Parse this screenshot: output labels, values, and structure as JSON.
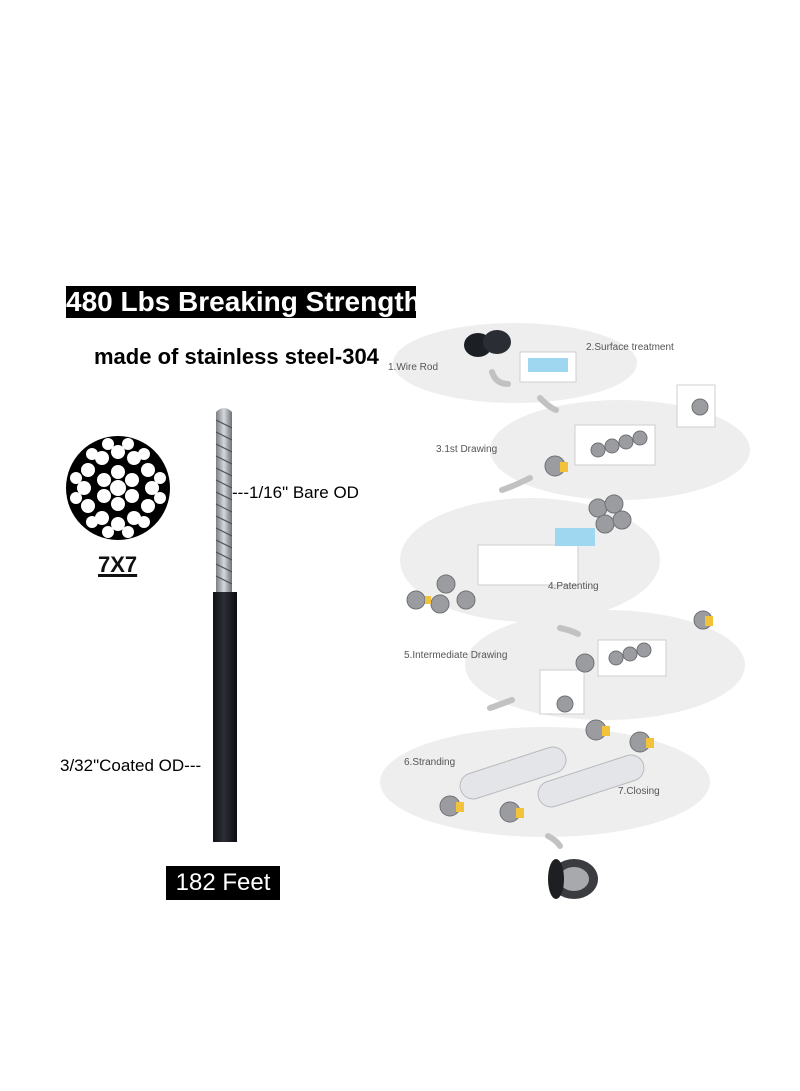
{
  "headline": "480 Lbs Breaking Strength",
  "material": "made of stainless steel-304",
  "strand": "7X7",
  "bare_od": "---1/16\" Bare OD",
  "coated_od": "3/32\"Coated OD---",
  "length": "182 Feet",
  "process_steps": [
    "1.Wire Rod",
    "2.Surface treatment",
    "3.1st Drawing",
    "4.Patenting",
    "5.Intermediate Drawing",
    "6.Stranding",
    "7.Closing"
  ],
  "colors": {
    "badge": "#000000",
    "cable_coated": "#1b1d22",
    "accent": "#f2c23a"
  }
}
